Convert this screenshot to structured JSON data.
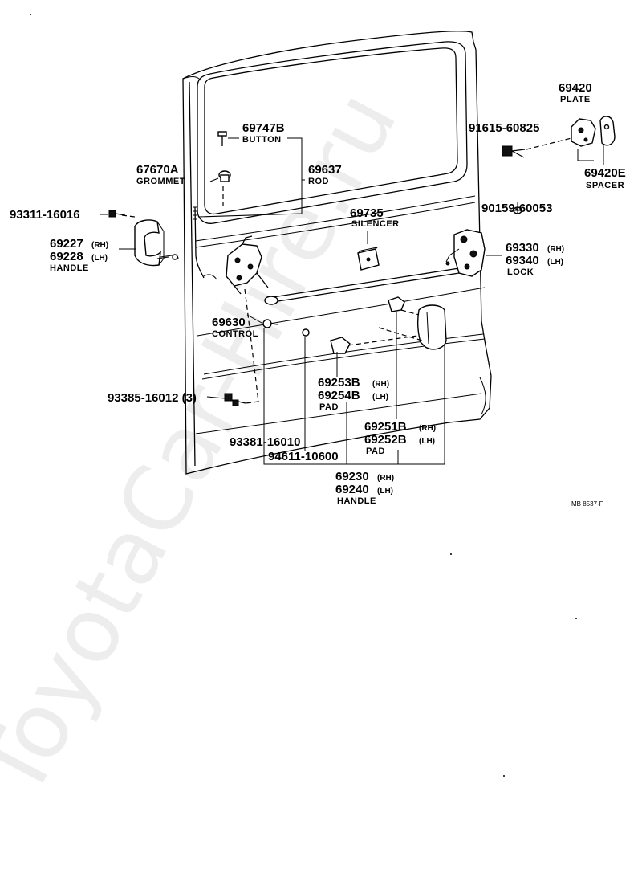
{
  "diagram": {
    "drawing_code": "MB 8537-F",
    "watermark": "ToyotaCar-Hire.ru"
  },
  "parts": {
    "p69747b": {
      "number": "69747B",
      "name": "BUTTON"
    },
    "p67670a": {
      "number": "67670A",
      "name": "GROMMET"
    },
    "p69637": {
      "number": "69637",
      "name": "ROD"
    },
    "p93311": {
      "number": "93311-16016"
    },
    "p69227": {
      "number": "69227",
      "suffix": "(RH)"
    },
    "p69228": {
      "number": "69228",
      "suffix": "(LH)",
      "name": "HANDLE"
    },
    "p69735": {
      "number": "69735",
      "name": "SILENCER"
    },
    "p69420": {
      "number": "69420",
      "name": "PLATE"
    },
    "p91615": {
      "number": "91615-60825"
    },
    "p69420e": {
      "number": "69420E",
      "name": "SPACER"
    },
    "p90159": {
      "number": "90159-60053"
    },
    "p69330": {
      "number": "69330",
      "suffix": "(RH)"
    },
    "p69340": {
      "number": "69340",
      "suffix": "(LH)",
      "name": "LOCK"
    },
    "p69630": {
      "number": "69630",
      "name": "CONTROL"
    },
    "p69253b": {
      "number": "69253B",
      "suffix": "(RH)"
    },
    "p69254b": {
      "number": "69254B",
      "suffix": "(LH)",
      "name": "PAD"
    },
    "p93385": {
      "number": "93385-16012 (3)"
    },
    "p69251b": {
      "number": "69251B",
      "suffix": "(RH)"
    },
    "p69252b": {
      "number": "69252B",
      "suffix": "(LH)",
      "name": "PAD"
    },
    "p93381": {
      "number": "93381-16010"
    },
    "p94611": {
      "number": "94611-10600"
    },
    "p69230": {
      "number": "69230",
      "suffix": "(RH)"
    },
    "p69240": {
      "number": "69240",
      "suffix": "(LH)",
      "name": "HANDLE"
    }
  }
}
